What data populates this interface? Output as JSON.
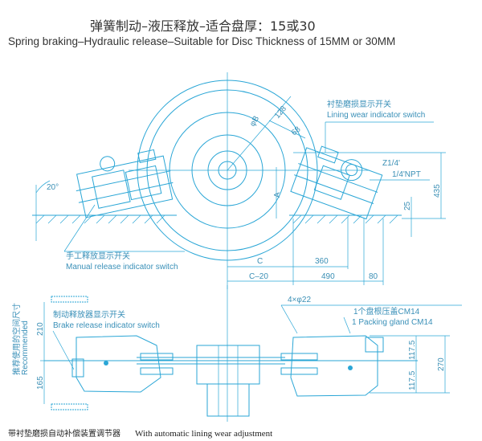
{
  "title": {
    "zh": "弹簧制动–液压释放–适合盘厚：15或30",
    "en": "Spring braking–Hydraulic release–Suitable for Disc Thickness of 15MM or 30MM"
  },
  "labels": {
    "lining_wear_zh": "衬垫磨损显示开关",
    "lining_wear_en": "Lining wear indicator switch",
    "manual_release_zh": "手工释放显示开关",
    "manual_release_en": "Manual release indicator switch",
    "brake_release_zh": "制动释放器显示开关",
    "brake_release_en": "Brake release indicator switch",
    "packing_gland_zh": "1个盘根压盖CM14",
    "packing_gland_en": "1 Packing gland CM14",
    "port_z": "Z1/4'",
    "port_npt": "1/4'NPT",
    "holes": "4×φ22",
    "recommended_zh": "推荐使用的空间尺寸",
    "recommended_en": "Recommended"
  },
  "dimensions": {
    "phi_b": "φB",
    "d128": "128",
    "d68": "68",
    "angle": "20°",
    "a": "A",
    "d435": "435",
    "d25": "25",
    "c": "C",
    "d360": "360",
    "c20": "C–20",
    "d490": "490",
    "d80": "80",
    "d210": "210",
    "d165": "165",
    "d117a": "117.5",
    "d117b": "117.5",
    "d270": "270"
  },
  "caption": {
    "zh": "带衬垫磨损自动补偿装置调节器",
    "en": "With automatic lining wear adjustment"
  }
}
